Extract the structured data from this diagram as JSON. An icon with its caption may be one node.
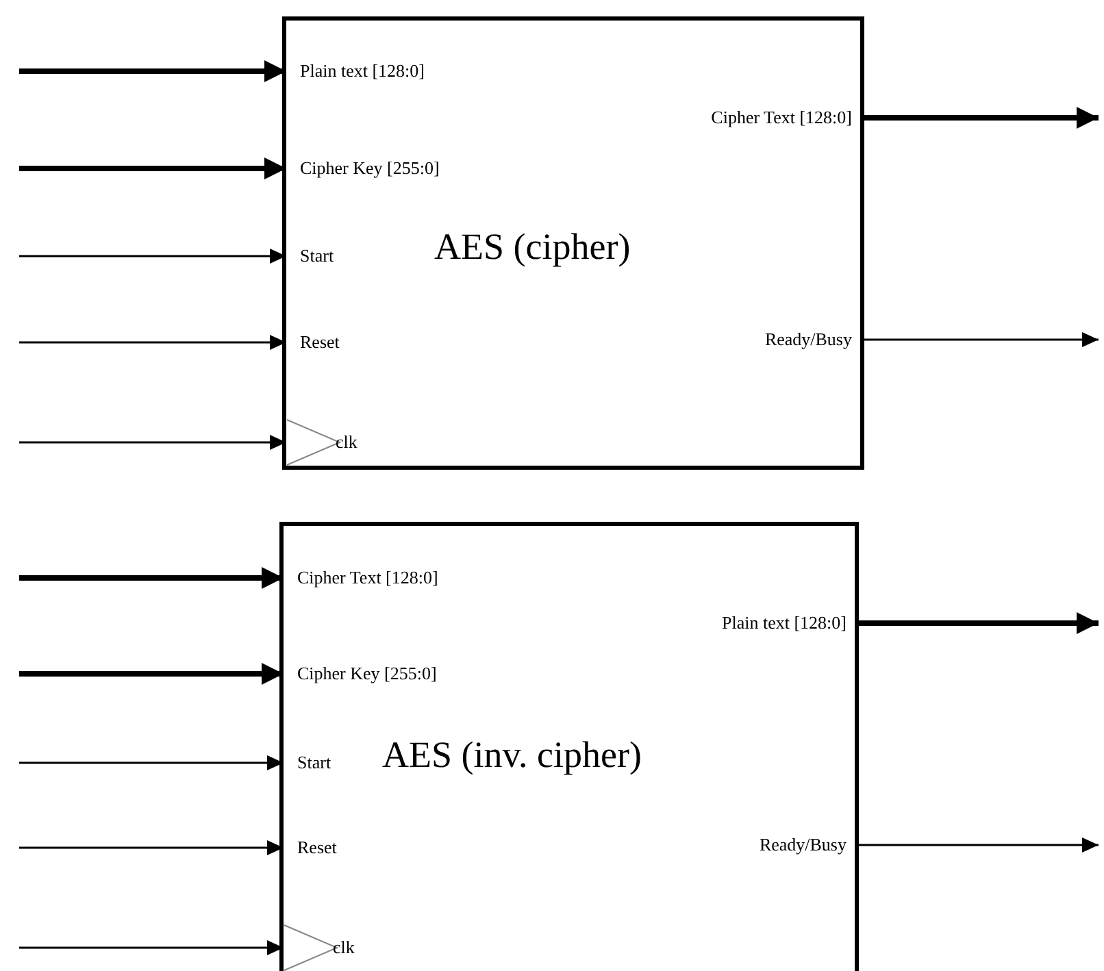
{
  "diagram": {
    "nodes": [
      {
        "text": [
          "AES (cipher)"
        ]
      },
      {
        "text": [
          "Plain text [128:0]"
        ],
        "in": 0
      },
      {
        "text": [
          "Cipher Key [255:0]"
        ],
        "in": 0
      },
      {
        "text": [
          "Start"
        ],
        "in": 0
      },
      {
        "text": [
          "Reset"
        ],
        "in": 0
      },
      {
        "text": [
          "clk"
        ],
        "in": 0
      },
      {
        "text": [
          "Cipher Text [128:0]"
        ],
        "in": 0
      },
      {
        "text": [
          "Ready/Busy"
        ],
        "in": 0
      },
      {
        "text": [
          "AES (inv. cipher)"
        ]
      },
      {
        "text": [
          "Cipher Text [128:0]"
        ],
        "in": 8
      },
      {
        "text": [
          "Cipher Key [255:0]"
        ],
        "in": 8
      },
      {
        "text": [
          "Start"
        ],
        "in": 8
      },
      {
        "text": [
          "Reset"
        ],
        "in": 8
      },
      {
        "text": [
          "clk"
        ],
        "in": 8
      },
      {
        "text": [
          "Plain text [128:0]"
        ],
        "in": 8
      },
      {
        "text": [
          "Ready/Busy"
        ],
        "in": 8
      }
    ],
    "edges": [
      {
        "from": null,
        "to": 1,
        "arrow": "to",
        "style": "thick"
      },
      {
        "from": null,
        "to": 2,
        "arrow": "to",
        "style": "thick"
      },
      {
        "from": null,
        "to": 3,
        "arrow": "to"
      },
      {
        "from": null,
        "to": 4,
        "arrow": "to"
      },
      {
        "from": null,
        "to": 5,
        "arrow": "to"
      },
      {
        "from": 6,
        "to": null,
        "arrow": "to",
        "style": "thick"
      },
      {
        "from": 7,
        "to": null,
        "arrow": "to"
      },
      {
        "from": null,
        "to": 9,
        "arrow": "to",
        "style": "thick"
      },
      {
        "from": null,
        "to": 10,
        "arrow": "to",
        "style": "thick"
      },
      {
        "from": null,
        "to": 11,
        "arrow": "to"
      },
      {
        "from": null,
        "to": 12,
        "arrow": "to"
      },
      {
        "from": null,
        "to": 13,
        "arrow": "to"
      },
      {
        "from": 14,
        "to": null,
        "arrow": "to",
        "style": "thick"
      },
      {
        "from": 15,
        "to": null,
        "arrow": "to"
      }
    ]
  }
}
